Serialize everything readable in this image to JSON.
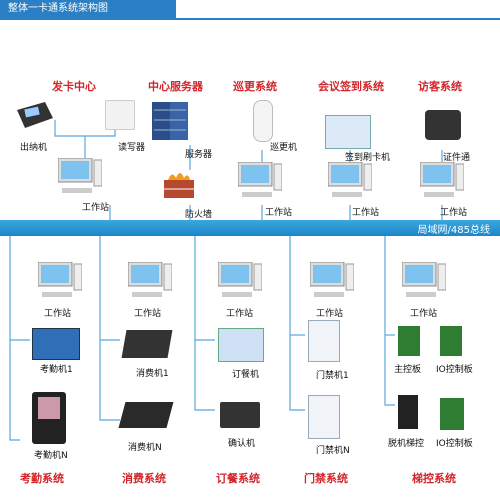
{
  "title": "整体一卡通系统架构图",
  "bus_label": "局域网/485总线",
  "top_sections": {
    "card_issuing": "发卡中心",
    "central_server": "中心服务器",
    "patrol": "巡更系统",
    "meeting": "会议签到系统",
    "visitor": "访客系统"
  },
  "top_labels": {
    "cashier": "出纳机",
    "reader": "读写器",
    "server": "服务器",
    "firewall": "防火墙",
    "patrol_unit": "巡更机",
    "signin_unit": "签到刷卡机",
    "id_reader": "证件通",
    "workstation": "工作站"
  },
  "bottom_sections": {
    "attendance": "考勤系统",
    "consumption": "消费系统",
    "ordering": "订餐系统",
    "access": "门禁系统",
    "elevator": "梯控系统"
  },
  "bottom_labels": {
    "workstation": "工作站",
    "attendance1": "考勤机1",
    "attendanceN": "考勤机N",
    "consume1": "消费机1",
    "consumeN": "消费机N",
    "order_unit": "订餐机",
    "confirm_unit": "确认机",
    "door1": "门禁机1",
    "doorN": "门禁机N",
    "main_board": "主控板",
    "io_board": "IO控制板",
    "offline_lift": "脱机梯控",
    "io_board2": "IO控制板"
  },
  "colors": {
    "title_bg": "#2b7fc4",
    "bus": "#1d86c9",
    "section_title": "#d3242a"
  }
}
